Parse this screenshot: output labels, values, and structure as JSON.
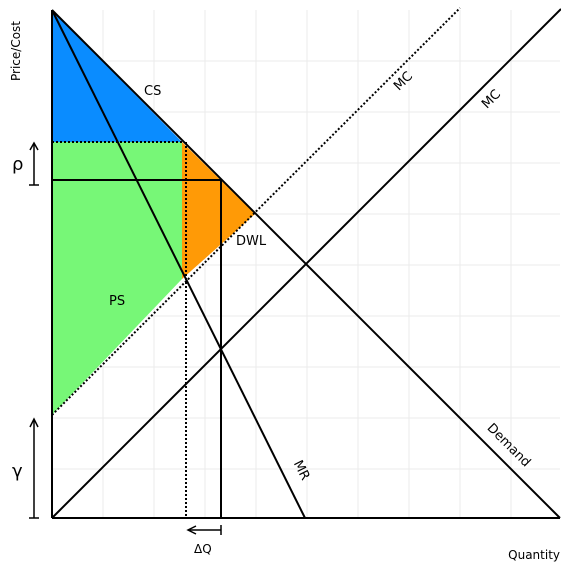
{
  "labels": {
    "ylabel": "Price/Cost",
    "xlabel": "Quantity",
    "rho": "ρ",
    "gamma": "γ",
    "delta_q": "ΔQ",
    "cs": "CS",
    "ps": "PS",
    "dwl": "DWL",
    "mc_shifted": "MC",
    "mc": "MC",
    "mr": "MR",
    "demand": "Demand"
  },
  "colors": {
    "cs_fill": "#0a8cff",
    "ps_fill": "#77f777",
    "dwl_fill": "#ff9a06",
    "grid": "#ebebeb",
    "line": "#000000"
  }
}
